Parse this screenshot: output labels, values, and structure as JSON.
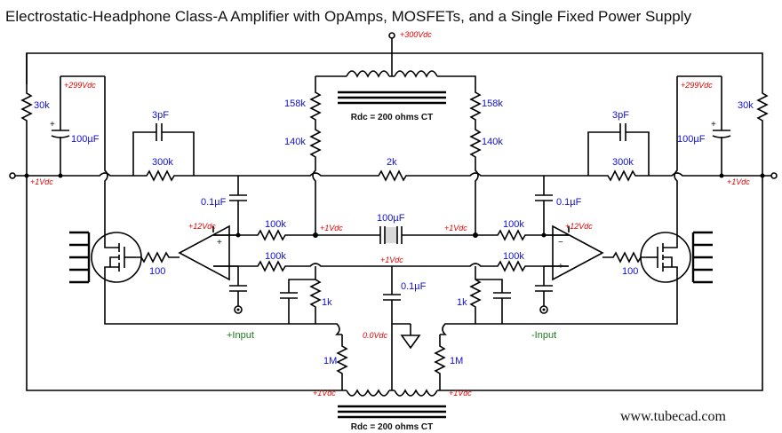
{
  "title": "Electrostatic-Headphone Class-A Amplifier with OpAmps, MOSFETs, and a Single Fixed Power Supply",
  "website": "www.tubecad.com",
  "voltages": {
    "supply_top": "+300Vdc",
    "rail_left": "+299Vdc",
    "rail_right": "+299Vdc",
    "out_left": "+1Vdc",
    "out_right": "+1Vdc",
    "opamp_left": "+12Vdc",
    "opamp_right": "+12Vdc",
    "mid_left": "+1Vdc",
    "mid_right": "+1Vdc",
    "mid_center": "+1Vdc",
    "ground_center": "0.0Vdc",
    "bottom_left": "+1Vdc",
    "bottom_right": "+1Vdc"
  },
  "components": {
    "r_30k_left": "30k",
    "r_30k_right": "30k",
    "c_100uF_left": "100µF",
    "c_100uF_right": "100µF",
    "c_3pF_left": "3pF",
    "c_3pF_right": "3pF",
    "r_300k_left": "300k",
    "r_300k_right": "300k",
    "r_158k_left": "158k",
    "r_158k_right": "158k",
    "r_140k_left": "140k",
    "r_140k_right": "140k",
    "r_2k": "2k",
    "c_01uF_left": "0.1µF",
    "c_01uF_right": "0.1µF",
    "r_100k_left_a": "100k",
    "r_100k_left_b": "100k",
    "r_100k_right_a": "100k",
    "r_100k_right_b": "100k",
    "c_100uF_center": "100µF",
    "r_100_left": "100",
    "r_100_right": "100",
    "r_1k_left": "1k",
    "r_1k_right": "1k",
    "c_01uF_center": "0.1µF",
    "r_1M_left": "1M",
    "r_1M_right": "1M"
  },
  "transformers": {
    "top": "Rdc = 200 ohms CT",
    "bottom": "Rdc = 200 ohms CT"
  },
  "inputs": {
    "left": "+Input",
    "right": "-Input"
  },
  "opamp_signs": {
    "plus": "+",
    "minus": "−"
  }
}
